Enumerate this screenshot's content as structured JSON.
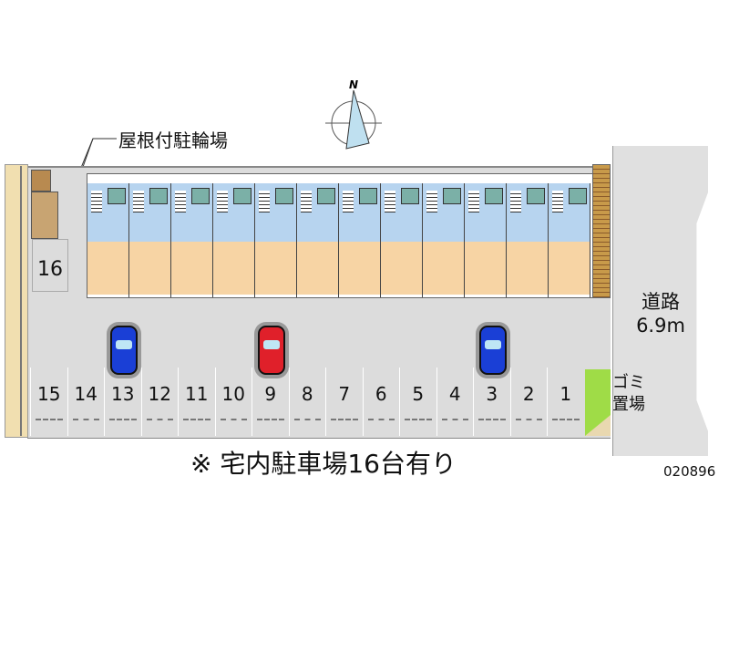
{
  "compass": {
    "north_label": "N"
  },
  "labels": {
    "bicycle_parking": "屋根付駐輪場",
    "road": "道路",
    "road_width": "6.9m",
    "garbage_line1": "ゴミ",
    "garbage_line2": "置場",
    "summary": "※ 宅内駐車場16台有り",
    "code": "020896"
  },
  "parking": {
    "side_space": "16",
    "spaces": [
      "15",
      "14",
      "13",
      "12",
      "11",
      "10",
      "9",
      "8",
      "7",
      "6",
      "5",
      "4",
      "3",
      "2",
      "1"
    ]
  },
  "cars": [
    {
      "space": "13",
      "color": "#1a3fd6"
    },
    {
      "space": "9",
      "color": "#e0202a"
    },
    {
      "space": "3",
      "color": "#1a3fd6"
    }
  ],
  "building": {
    "units": 12
  }
}
